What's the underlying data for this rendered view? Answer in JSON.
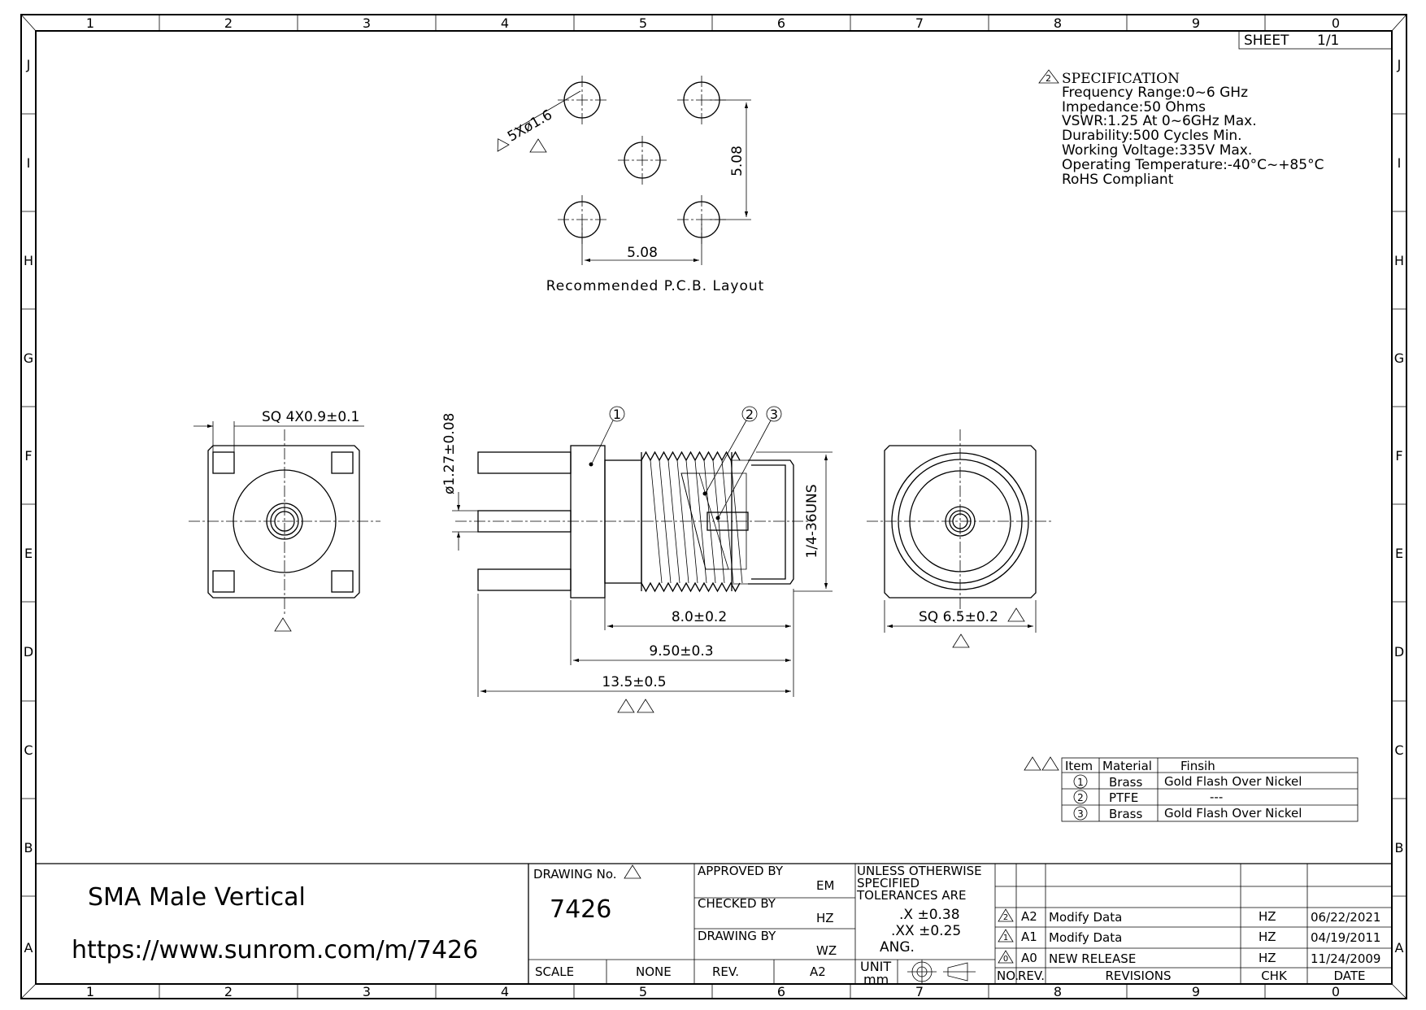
{
  "sheet": "SHEET",
  "sheet_no": "1/1",
  "grid": {
    "cols": [
      "1",
      "2",
      "3",
      "4",
      "5",
      "6",
      "7",
      "8",
      "9",
      "0"
    ],
    "rows": [
      "J",
      "I",
      "H",
      "G",
      "F",
      "E",
      "D",
      "C",
      "B",
      "A"
    ]
  },
  "specification": {
    "title": "SPECIFICATION",
    "rev_mark": "2",
    "lines": [
      "Frequency Range:0~6 GHz",
      "Impedance:50 Ohms",
      "VSWR:1.25 At 0~6GHz Max.",
      "Durability:500 Cycles Min.",
      "Working Voltage:335V Max.",
      "Operating Temperature:-40°C~+85°C",
      "RoHS Compliant"
    ]
  },
  "pcb": {
    "hole_label": "5Xø1.6",
    "dim_h": "5.08",
    "dim_v": "5.08",
    "caption": "Recommended P.C.B. Layout"
  },
  "front_view": {
    "dim": "SQ 4X0.9±0.1"
  },
  "side_view": {
    "pin_dia": "ø1.27±0.08",
    "thread": "1/4-36UNS",
    "d1": "8.0±0.2",
    "d2": "9.50±0.3",
    "d3": "13.5±0.5",
    "callouts": [
      "1",
      "2",
      "3"
    ]
  },
  "end_view": {
    "dim": "SQ 6.5±0.2"
  },
  "marks": {
    "rev1": "1",
    "rev2": "2",
    "rev0": "0"
  },
  "materials": {
    "headers": [
      "Item",
      "Material",
      "Finsih"
    ],
    "rows": [
      {
        "item": "1",
        "material": "Brass",
        "finish": "Gold Flash Over Nickel"
      },
      {
        "item": "2",
        "material": "PTFE",
        "finish": "---"
      },
      {
        "item": "3",
        "material": "Brass",
        "finish": "Gold Flash Over Nickel"
      }
    ]
  },
  "title_block": {
    "product": "SMA Male Vertical",
    "url": "https://www.sunrom.com/m/7426",
    "drawing_no_label": "DRAWING No.",
    "drawing_no": "7426",
    "scale_label": "SCALE",
    "scale": "NONE",
    "rev_label": "REV.",
    "rev": "A2",
    "approved_by_label": "APPROVED BY",
    "approved_by": "EM",
    "checked_by_label": "CHECKED BY",
    "checked_by": "HZ",
    "drawing_by_label": "DRAWING BY",
    "drawing_by": "WZ",
    "tol_lines": [
      "UNLESS OTHERWISE",
      "SPECIFIED",
      "TOLERANCES ARE"
    ],
    "tol_x": ".X ±0.38",
    "tol_xx": ".XX ±0.25",
    "tol_ang": "ANG.",
    "unit_label": "UNIT",
    "unit": "mm"
  },
  "revisions": {
    "headers": {
      "no": "NO.",
      "rev": "REV.",
      "desc": "REVISIONS",
      "chk": "CHK",
      "date": "DATE"
    },
    "rows": [
      {
        "no": "2",
        "rev": "A2",
        "desc": "Modify Data",
        "chk": "HZ",
        "date": "06/22/2021"
      },
      {
        "no": "1",
        "rev": "A1",
        "desc": "Modify Data",
        "chk": "HZ",
        "date": "04/19/2011"
      },
      {
        "no": "0",
        "rev": "A0",
        "desc": "NEW RELEASE",
        "chk": "HZ",
        "date": "11/24/2009"
      }
    ]
  }
}
